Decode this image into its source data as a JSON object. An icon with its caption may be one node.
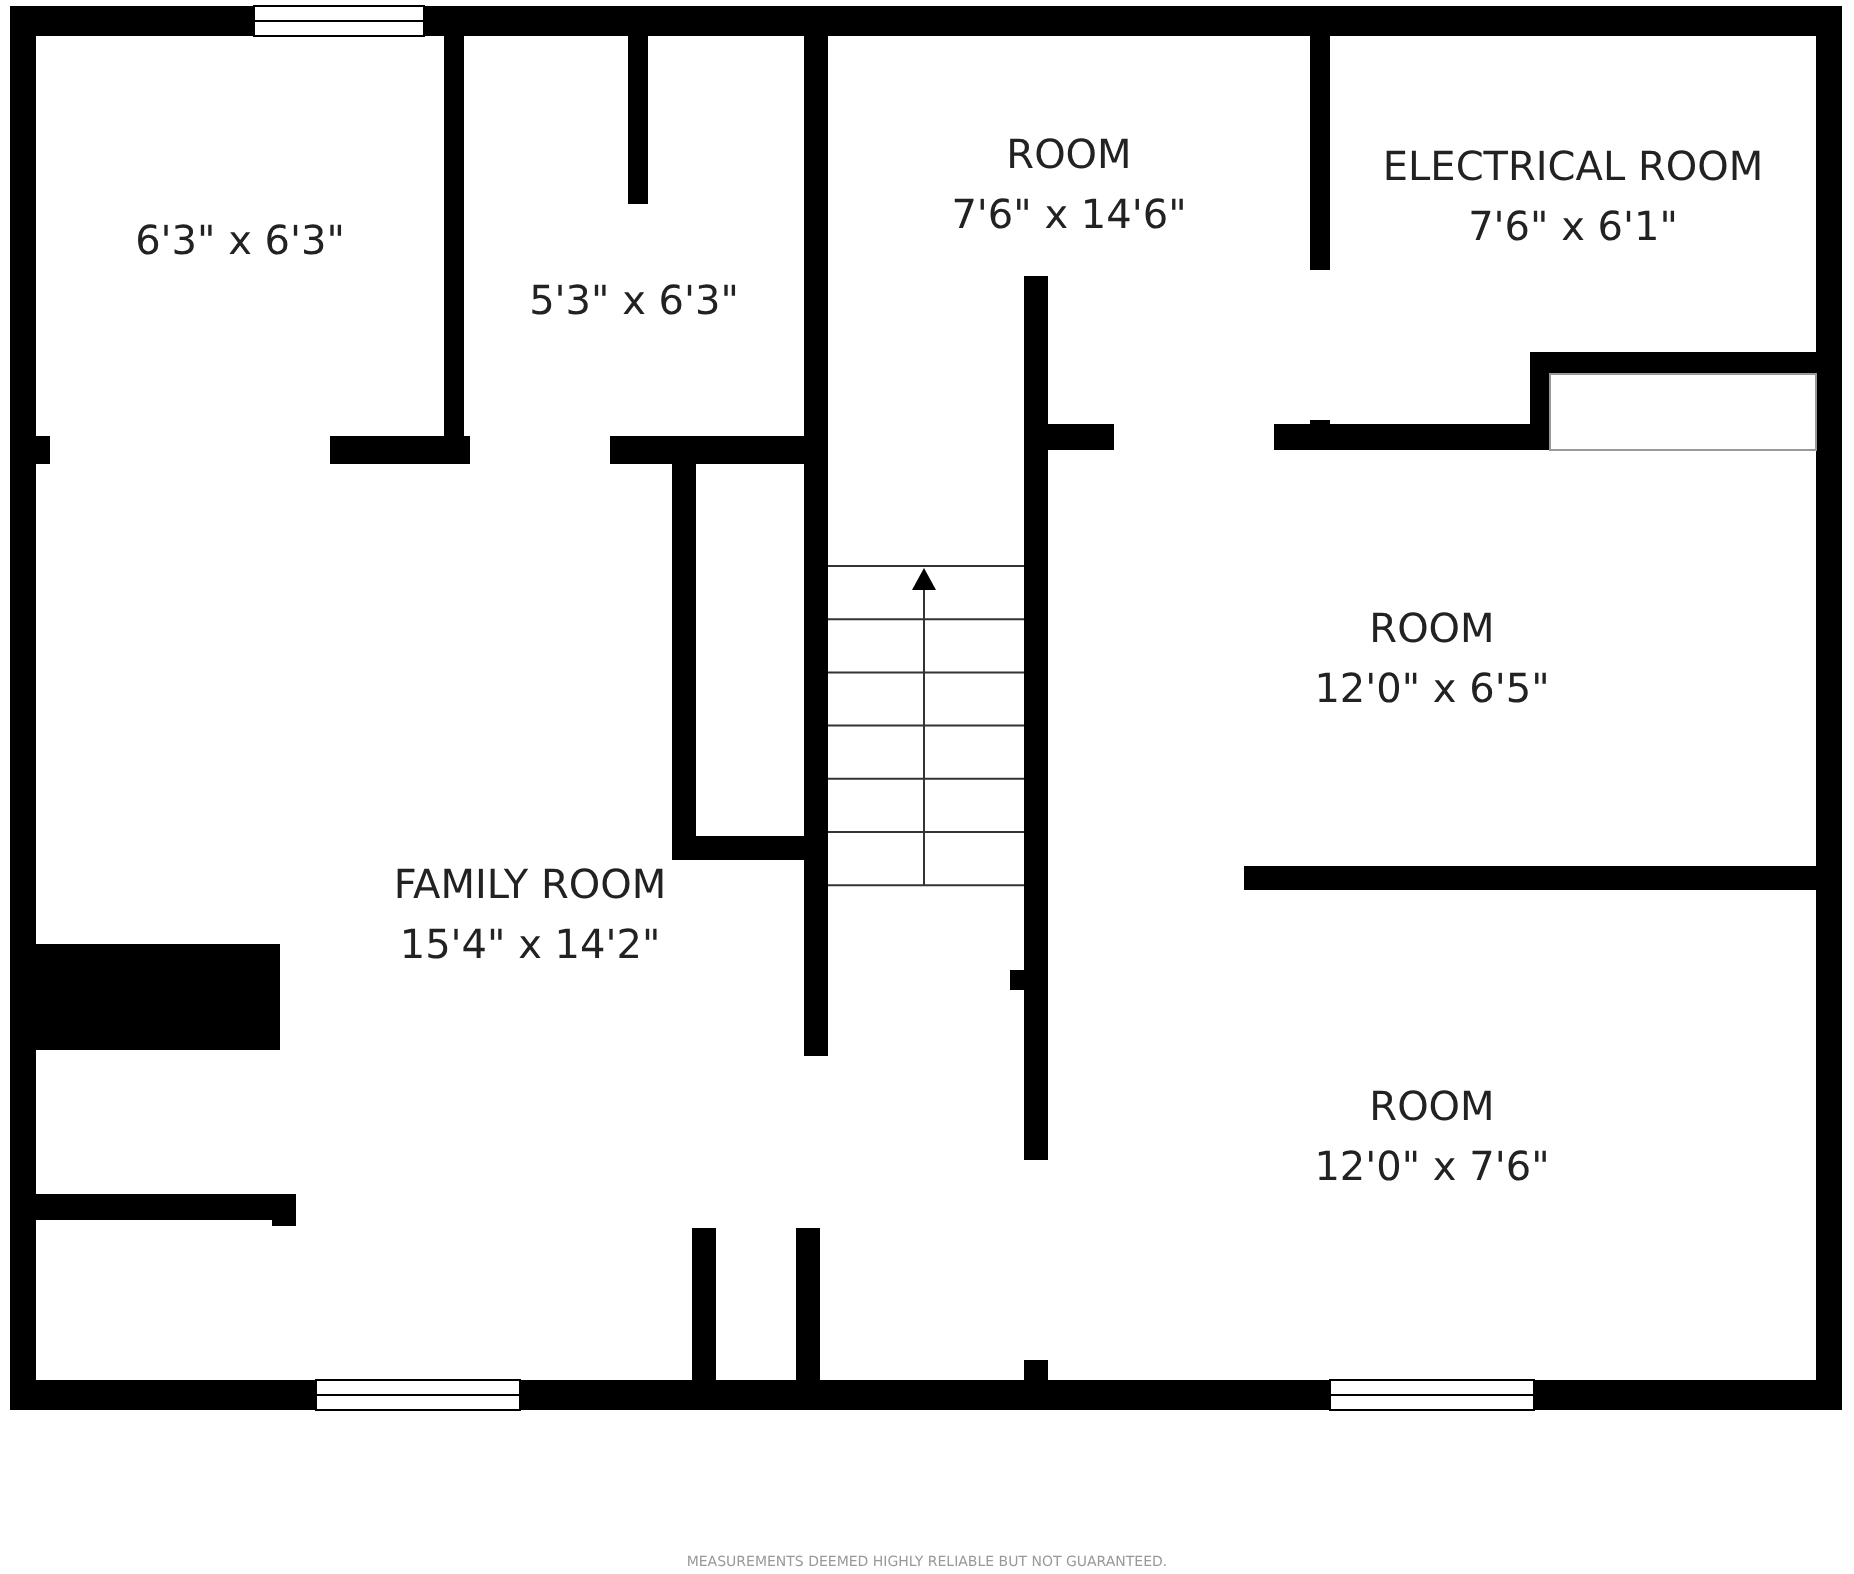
{
  "diagram": {
    "nodes": [
      {
        "text": [
          "6'3\" x 6'3\""
        ]
      },
      {
        "text": [
          "5'3\" x 6'3\""
        ]
      },
      {
        "text": [
          "ROOM",
          "7'6\" x 14'6\""
        ]
      },
      {
        "text": [
          "ELECTRICAL ROOM",
          "7'6\" x 6'1\""
        ]
      },
      {
        "text": [
          "ROOM",
          "12'0\" x 6'5\""
        ]
      },
      {
        "text": [
          "FAMILY ROOM",
          "15'4\" x 14'2\""
        ]
      },
      {
        "text": [
          "ROOM",
          "12'0\" x 7'6\""
        ]
      }
    ],
    "edges": [],
    "labels": [
      "MEASUREMENTS DEEMED HIGHLY RELIABLE BUT NOT GUARANTEED."
    ]
  }
}
